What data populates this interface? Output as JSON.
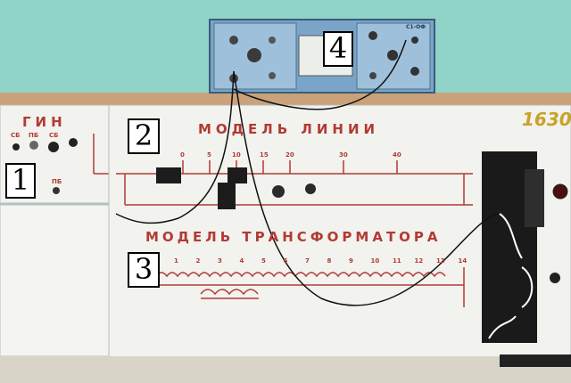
{
  "labels": {
    "one": "1",
    "two": "2",
    "three": "3",
    "four": "4"
  },
  "panel": {
    "gen_title": "ГИН",
    "line_title": "МОДЕЛЬ ЛИНИИ",
    "transformer_title": "МОДЕЛЬ ТРАНСФОРМАТОРА",
    "serial": "1630",
    "gen_switch_labels": [
      "СБ",
      "ПБ",
      "СБ"
    ],
    "gen_small_label": "ПБ",
    "line_marks": [
      "0",
      "5",
      "10",
      "15",
      "20",
      "30",
      "40"
    ],
    "transformer_marks": [
      "1",
      "2",
      "3",
      "4",
      "5",
      "6",
      "7",
      "8",
      "9",
      "10",
      "11",
      "12",
      "13",
      "14"
    ],
    "oscilloscope_brand": "С1-ОФ"
  },
  "colors": {
    "wall": "#8fd3c9",
    "panel": "#f2f2ee",
    "red": "#b23a33"
  }
}
